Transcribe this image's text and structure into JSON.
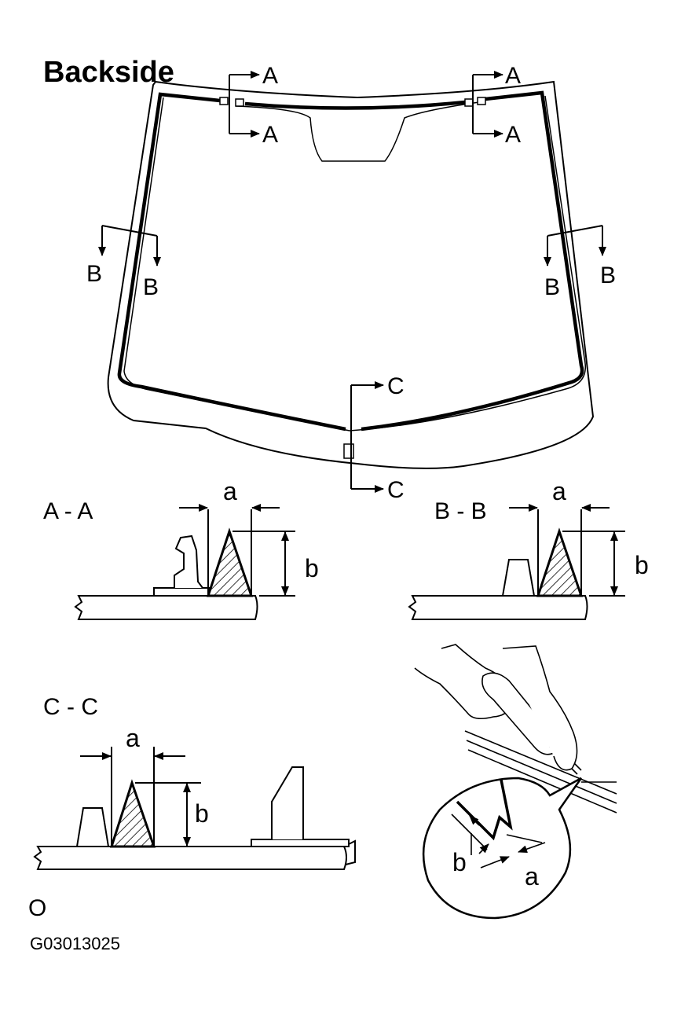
{
  "title": "Backside",
  "cut_markers": {
    "a": "A",
    "b": "B",
    "c": "C"
  },
  "sections": {
    "aa": "A - A",
    "bb": "B - B",
    "cc": "C - C"
  },
  "dimensions": {
    "a": "a",
    "b": "b"
  },
  "footer": {
    "corner_mark": "O",
    "figure_code": "G03013025"
  },
  "colors": {
    "line": "#000000",
    "background": "#ffffff"
  }
}
